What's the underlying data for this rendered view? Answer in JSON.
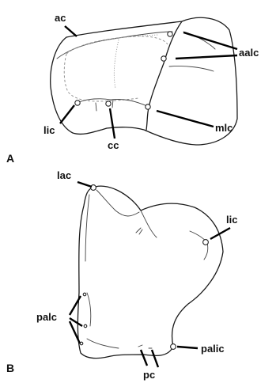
{
  "panels": {
    "a": "A",
    "b": "B"
  },
  "labels_a": {
    "ac": "ac",
    "aalc": "aalc",
    "lic": "lic",
    "cc": "cc",
    "mlc": "mlc"
  },
  "labels_b": {
    "lac": "lac",
    "lic": "lic",
    "palc": "palc",
    "pc": "pc",
    "palic": "palic"
  }
}
